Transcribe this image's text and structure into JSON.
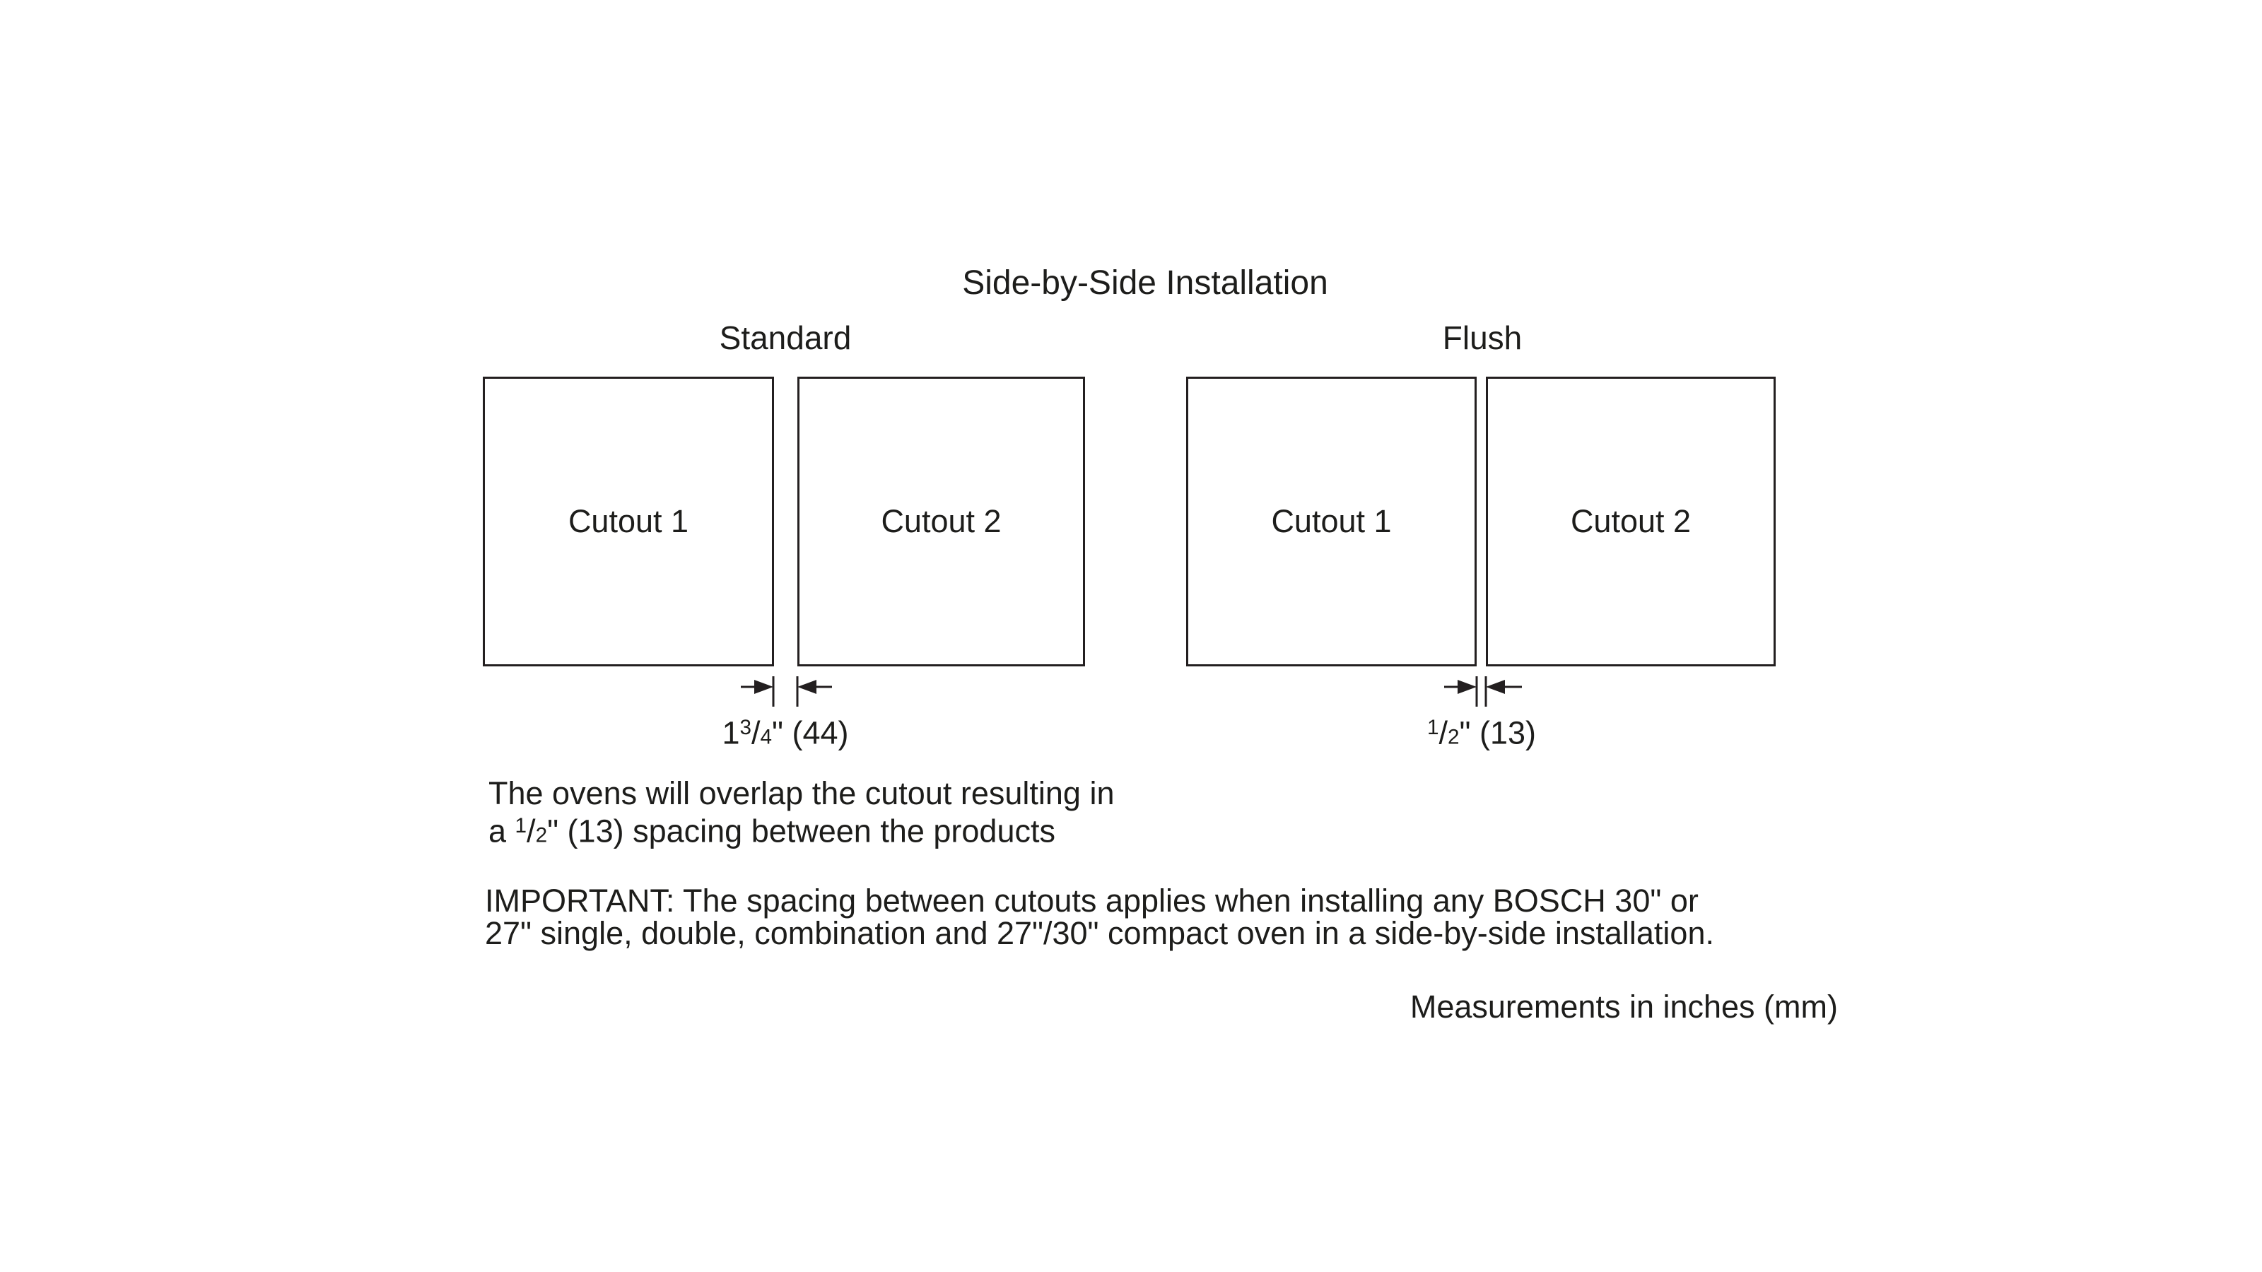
{
  "diagram": {
    "title": "Side-by-Side Installation",
    "measurements_note": "Measurements in inches (mm)"
  },
  "standard": {
    "label": "Standard",
    "cutout1": "Cutout 1",
    "cutout2": "Cutout 2",
    "dimension": {
      "whole": "1",
      "numerator": "3",
      "slash": "/",
      "denominator": "4",
      "suffix": "\" (44)"
    }
  },
  "flush": {
    "label": "Flush",
    "cutout1": "Cutout 1",
    "cutout2": "Cutout 2",
    "dimension": {
      "whole": "",
      "numerator": "1",
      "slash": "/",
      "denominator": "2",
      "suffix": "\" (13)"
    }
  },
  "overlap_note": {
    "line1": "The ovens will overlap the cutout resulting in",
    "line2_prefix": "a ",
    "fraction": {
      "numerator": "1",
      "slash": "/",
      "denominator": "2"
    },
    "line2_suffix": "\" (13) spacing between the products"
  },
  "important_note": {
    "line1": "IMPORTANT: The spacing between cutouts applies when installing any BOSCH 30\" or",
    "line2": "27\" single, double, combination and 27\"/30\" compact oven in a side-by-side installation."
  }
}
